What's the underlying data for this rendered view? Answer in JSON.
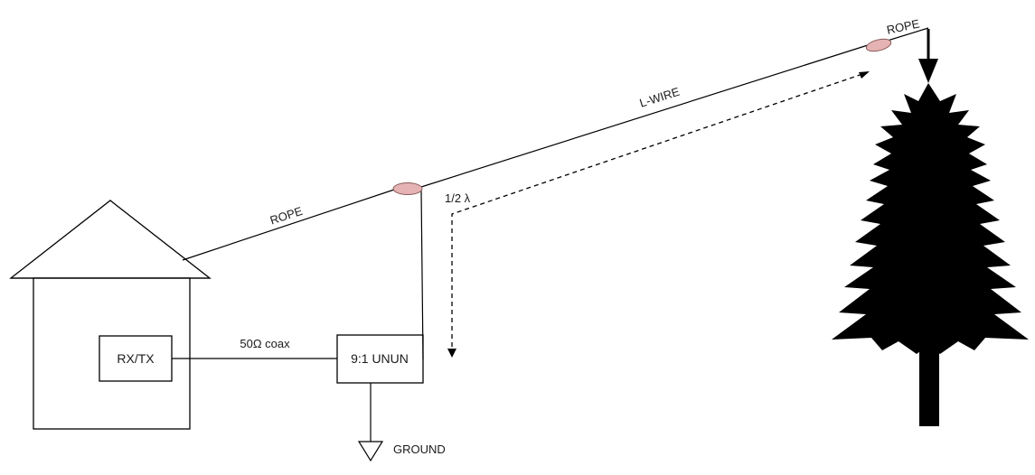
{
  "labels": {
    "rope_top": "ROPE",
    "l_wire": "L-WIRE",
    "rope_mid": "ROPE",
    "half_wave": "1/2 λ",
    "coax": "50Ω coax",
    "rxtx": "RX/TX",
    "unun": "9:1 UNUN",
    "ground": "GROUND"
  },
  "colors": {
    "line": "#000000",
    "insulator_fill": "#e5b3b3",
    "insulator_stroke": "#8a5a5a",
    "tree": "#000000"
  }
}
